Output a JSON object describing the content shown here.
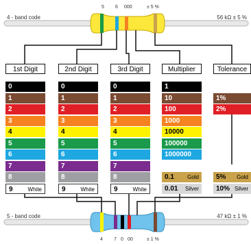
{
  "top_resistor": {
    "label_left": "4 - band code",
    "label_right": "56 kΩ ± 5 %",
    "band_codes": [
      "5",
      "6",
      "000",
      "± 5 %"
    ]
  },
  "bottom_resistor": {
    "label_left": "5 - band code",
    "label_right": "47 kΩ ± 1 %",
    "band_codes": [
      "4",
      "7",
      "0",
      "00",
      "± 1 %"
    ]
  },
  "columns": [
    {
      "header": "1st Digit"
    },
    {
      "header": "2nd Digit"
    },
    {
      "header": "3rd Digit"
    },
    {
      "header": "Multiplier"
    },
    {
      "header": "Tolerance"
    }
  ],
  "digits": [
    {
      "value": "0",
      "color": "#000000",
      "text_color": "#ffffff"
    },
    {
      "value": "1",
      "color": "#7a4a32",
      "text_color": "#ffffff"
    },
    {
      "value": "2",
      "color": "#e11f26",
      "text_color": "#ffffff"
    },
    {
      "value": "3",
      "color": "#f58220",
      "text_color": "#ffffff"
    },
    {
      "value": "4",
      "color": "#fff200",
      "text_color": "#000000"
    },
    {
      "value": "5",
      "color": "#1a9a4a",
      "text_color": "#ffffff"
    },
    {
      "value": "6",
      "color": "#1ea7e1",
      "text_color": "#ffffff"
    },
    {
      "value": "7",
      "color": "#7b2c8f",
      "text_color": "#ffffff"
    },
    {
      "value": "8",
      "color": "#9d9fa2",
      "text_color": "#ffffff"
    },
    {
      "value": "9",
      "color": "#ffffff",
      "text_color": "#000000",
      "name": "White"
    }
  ],
  "multiplier": [
    {
      "value": "1",
      "color": "#000000",
      "text_color": "#ffffff"
    },
    {
      "value": "10",
      "color": "#7a4a32",
      "text_color": "#ffffff"
    },
    {
      "value": "100",
      "color": "#e11f26",
      "text_color": "#ffffff"
    },
    {
      "value": "1000",
      "color": "#f58220",
      "text_color": "#ffffff"
    },
    {
      "value": "10000",
      "color": "#fff200",
      "text_color": "#000000"
    },
    {
      "value": "100000",
      "color": "#1a9a4a",
      "text_color": "#ffffff"
    },
    {
      "value": "1000000",
      "color": "#1ea7e1",
      "text_color": "#ffffff"
    },
    {
      "value": "0.1",
      "color": "#c9a24a",
      "text_color": "#000000",
      "name": "Gold"
    },
    {
      "value": "0.01",
      "color": "#d8d8d8",
      "text_color": "#000000",
      "name": "Silver"
    }
  ],
  "tolerance": [
    {
      "value": "1%",
      "color": "#7a4a32",
      "text_color": "#ffffff"
    },
    {
      "value": "2%",
      "color": "#e11f26",
      "text_color": "#ffffff"
    },
    {
      "value": "5%",
      "color": "#c9a24a",
      "text_color": "#000000",
      "name": "Gold"
    },
    {
      "value": "10%",
      "color": "#d8d8d8",
      "text_color": "#000000",
      "name": "Silver"
    }
  ]
}
